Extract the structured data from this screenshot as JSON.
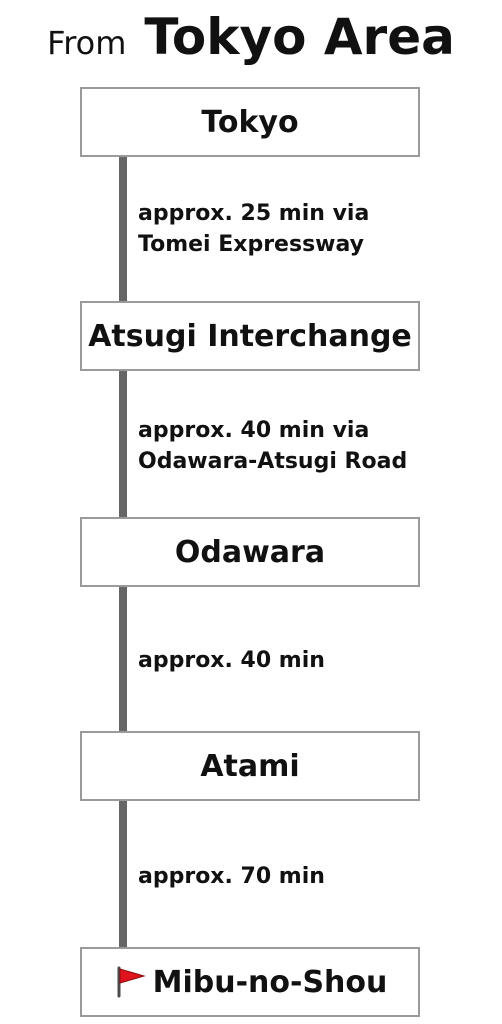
{
  "title": {
    "prefix": "From",
    "main": "Tokyo Area"
  },
  "stops": [
    {
      "name": "Tokyo"
    },
    {
      "name": "Atsugi Interchange"
    },
    {
      "name": "Odawara"
    },
    {
      "name": "Atami"
    },
    {
      "name": "Mibu-no-Shou",
      "icon": "red-flag-icon"
    }
  ],
  "legs": [
    {
      "text": "approx. 25 min via\nTomei Expressway"
    },
    {
      "text": "approx. 40 min via\nOdawara-Atsugi Road"
    },
    {
      "text": "approx. 40 min"
    },
    {
      "text": "approx. 70 min"
    }
  ],
  "colors": {
    "box_border": "#9a9a9a",
    "connector": "#666666",
    "flag": "#e0141e"
  }
}
